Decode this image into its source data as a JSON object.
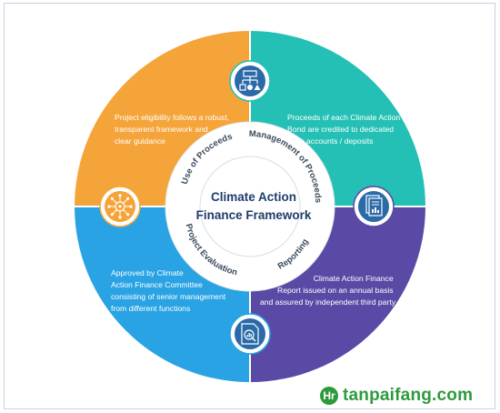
{
  "center_title": {
    "line1": "Climate Action",
    "line2": "Finance Framework"
  },
  "ring_labels": {
    "use_of_proceeds": "Use of Proceeds",
    "management_of_proceeds": "Management of Proceeds",
    "reporting": "Reporting",
    "project_evaluation": "Project Evaluation"
  },
  "quadrants": {
    "use_of_proceeds": {
      "lines": [
        "Project eligibility follows a robust,",
        "transparent framework and",
        "clear guidance"
      ],
      "color": "#f5a43a",
      "icon": "network-structure-icon"
    },
    "management_of_proceeds": {
      "lines": [
        "Proceeds of each Climate Action",
        "Bond are credited to dedicated",
        "bank accounts / deposits"
      ],
      "color": "#24c0b5",
      "icon": "document-report-icon"
    },
    "reporting": {
      "lines": [
        "Climate Action Finance",
        "Report issued on an annual basis",
        "and assured by independent third party"
      ],
      "color": "#5a4aa6",
      "icon": "magnifier-chart-icon"
    },
    "project_evaluation": {
      "lines": [
        "Approved by Climate",
        "Action Finance Committee",
        "consisting of senior management",
        "from different functions"
      ],
      "color": "#29a3e3",
      "icon": "committee-hub-icon"
    }
  },
  "watermark": {
    "logo_letter": "Hr",
    "text": "tanpaifang.com"
  }
}
